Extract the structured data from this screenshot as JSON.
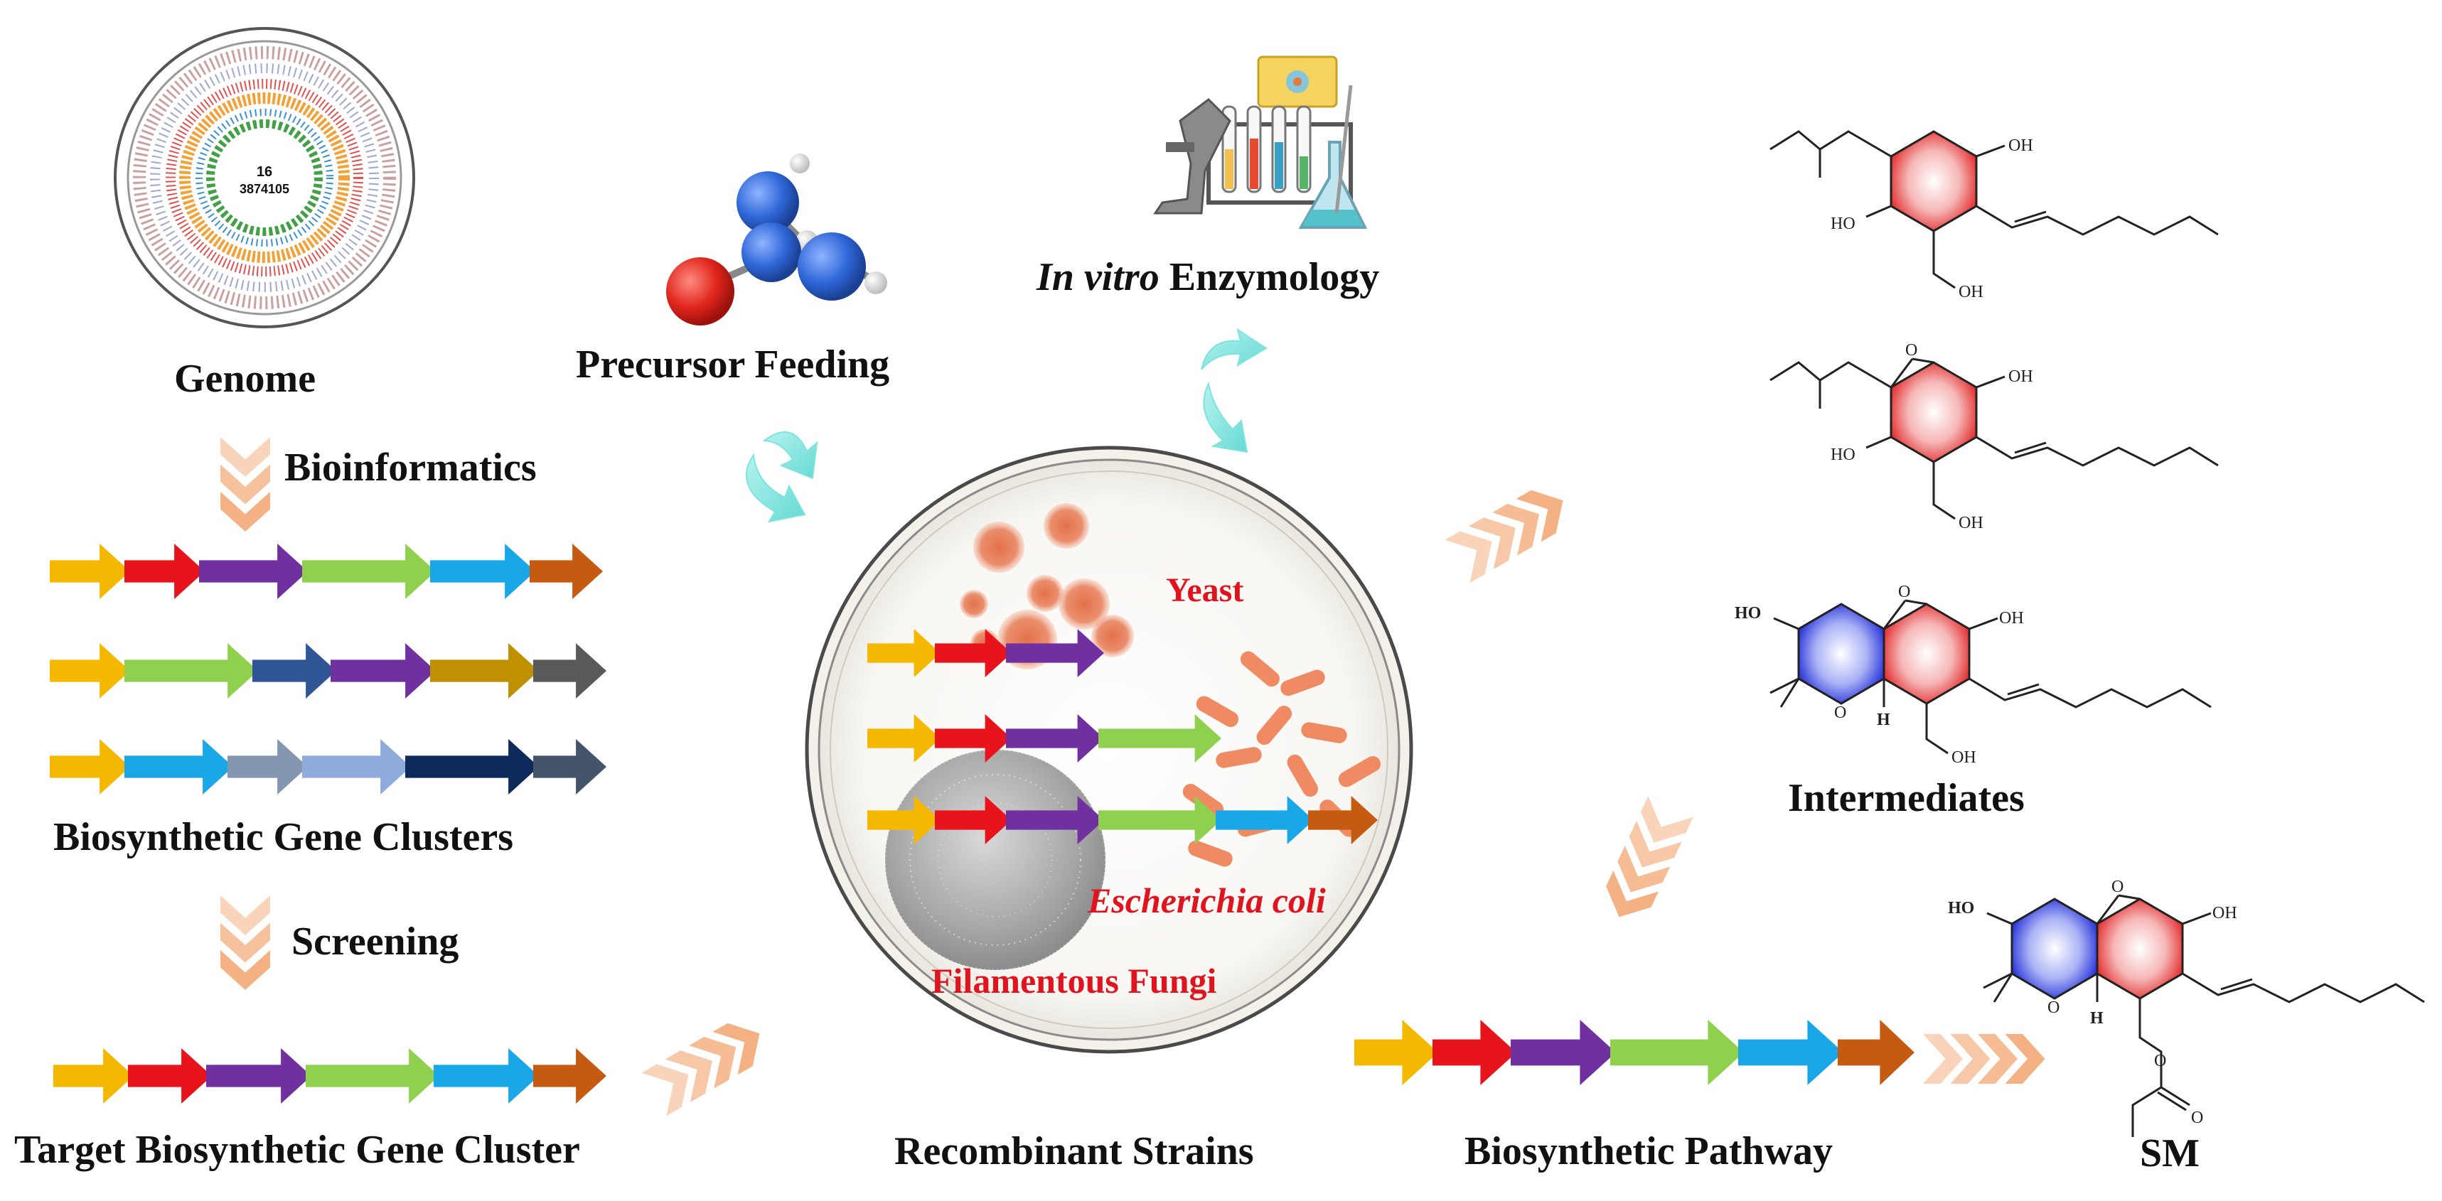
{
  "labels": {
    "genome": "Genome",
    "bioinformatics": "Bioinformatics",
    "bgc": "Biosynthetic Gene Clusters",
    "screening": "Screening",
    "target_bgc": "Target Biosynthetic Gene Cluster",
    "precursor_feeding": "Precursor Feeding",
    "in_vitro_italic": "In vitro",
    "enzymology": " Enzymology",
    "recombinant": "Recombinant Strains",
    "yeast": "Yeast",
    "ecoli": "Escherichia coli",
    "fungi": "Filamentous Fungi",
    "intermediates": "Intermediates",
    "pathway": "Biosynthetic Pathway",
    "sm": "SM"
  },
  "genome_map": {
    "center_line1": "16",
    "center_line2": "3874105"
  },
  "chem": {
    "oh": "OH",
    "ho": "HO",
    "h": "H",
    "o": "O"
  },
  "colors": {
    "yellow": "#f5b800",
    "red": "#e8141c",
    "purple": "#7030a0",
    "green": "#8fd14f",
    "cyan": "#1aa7e8",
    "orange": "#c55a11",
    "navy": "#2f5597",
    "olive": "#bf9000",
    "gray": "#595959",
    "slate": "#8497b0",
    "lightblue": "#8faadc",
    "darknavy": "#0e2a5c",
    "darkslate": "#44546a",
    "flow_arrow": "#f4b183",
    "cycle_arrow": "#7fe3de"
  },
  "gene_rows": {
    "bgc_1": [
      "yellow",
      "red",
      "purple",
      "green",
      "cyan",
      "orange"
    ],
    "bgc_2": [
      "yellow",
      "green",
      "navy",
      "purple",
      "olive",
      "gray"
    ],
    "bgc_3": [
      "yellow",
      "cyan",
      "slate",
      "lightblue",
      "darknavy",
      "darkslate"
    ],
    "target": [
      "yellow",
      "red",
      "purple",
      "green",
      "cyan",
      "orange"
    ],
    "dish_1": [
      "yellow",
      "red",
      "purple"
    ],
    "dish_2": [
      "yellow",
      "red",
      "purple",
      "green"
    ],
    "dish_3": [
      "yellow",
      "red",
      "purple",
      "green",
      "cyan",
      "orange"
    ],
    "pathway": [
      "yellow",
      "red",
      "purple",
      "green",
      "cyan",
      "orange"
    ]
  }
}
